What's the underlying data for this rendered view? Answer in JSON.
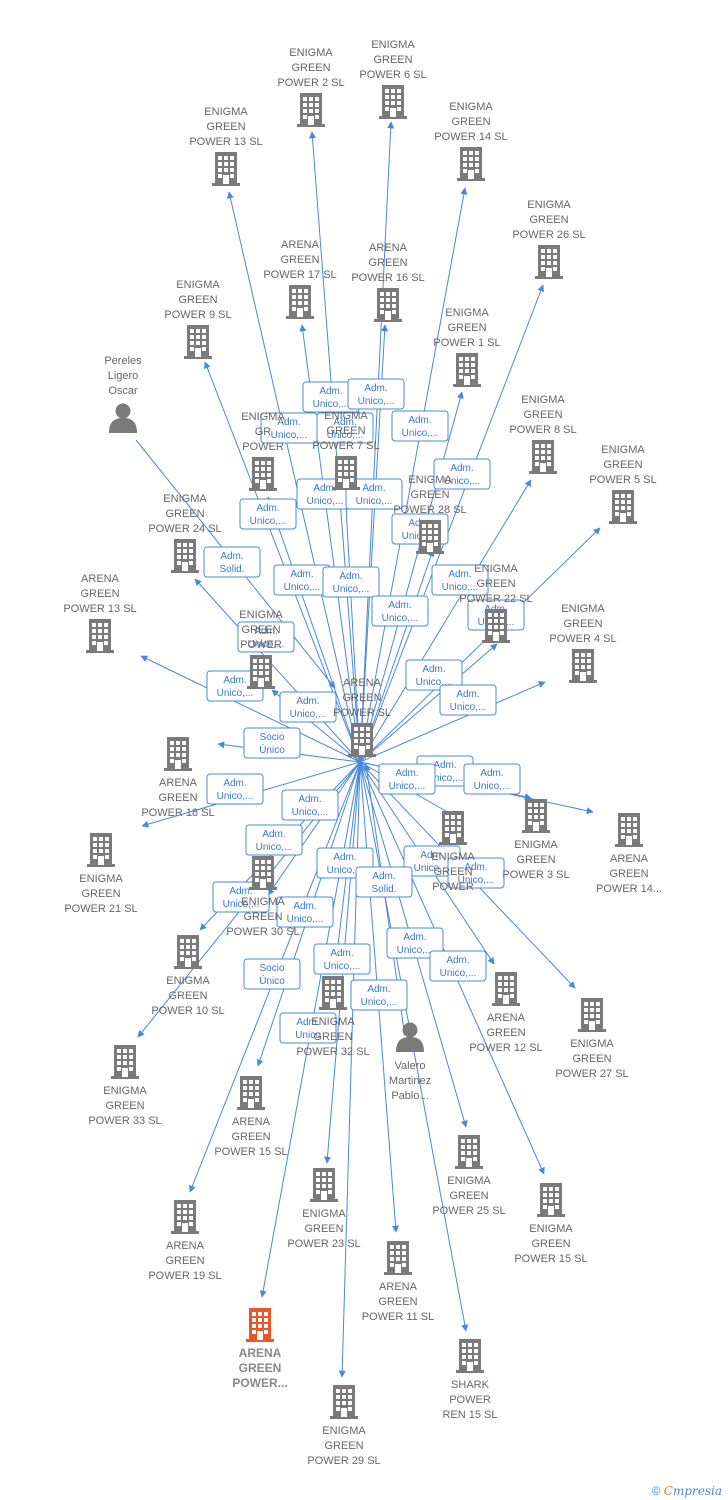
{
  "colors": {
    "edge": "#4a88d8",
    "node": "#7a7a7a",
    "highlight": "#e8562a"
  },
  "nodes": [
    {
      "id": "center",
      "type": "building",
      "lines": [
        "ARENA",
        "GREEN",
        "POWER  SL"
      ],
      "label_pos": "above"
    },
    {
      "id": "ar_hl",
      "type": "building",
      "highlight": true,
      "lines": [
        "ARENA",
        "GREEN",
        "POWER..."
      ],
      "label_pos": "below"
    },
    {
      "id": "pereles",
      "type": "person",
      "lines": [
        "Pereles",
        "Ligero",
        "Oscar"
      ],
      "label_pos": "above"
    },
    {
      "id": "eg2",
      "type": "building",
      "lines": [
        "ENIGMA",
        "GREEN",
        "POWER 2  SL"
      ],
      "label_pos": "above"
    },
    {
      "id": "eg6",
      "type": "building",
      "lines": [
        "ENIGMA",
        "GREEN",
        "POWER 6  SL"
      ],
      "label_pos": "above"
    },
    {
      "id": "eg13",
      "type": "building",
      "lines": [
        "ENIGMA",
        "GREEN",
        "POWER 13  SL"
      ],
      "label_pos": "above"
    },
    {
      "id": "eg14",
      "type": "building",
      "lines": [
        "ENIGMA",
        "GREEN",
        "POWER 14  SL"
      ],
      "label_pos": "above"
    },
    {
      "id": "eg26",
      "type": "building",
      "lines": [
        "ENIGMA",
        "GREEN",
        "POWER 26  SL"
      ],
      "label_pos": "above"
    },
    {
      "id": "ar17",
      "type": "building",
      "lines": [
        "ARENA",
        "GREEN",
        "POWER 17  SL"
      ],
      "label_pos": "above"
    },
    {
      "id": "ar16",
      "type": "building",
      "lines": [
        "ARENA",
        "GREEN",
        "POWER 16  SL"
      ],
      "label_pos": "above"
    },
    {
      "id": "eg9",
      "type": "building",
      "lines": [
        "ENIGMA",
        "GREEN",
        "POWER 9  SL"
      ],
      "label_pos": "above"
    },
    {
      "id": "eg1",
      "type": "building",
      "lines": [
        "ENIGMA",
        "GREEN",
        "POWER 1  SL"
      ],
      "label_pos": "above"
    },
    {
      "id": "eg8",
      "type": "building",
      "lines": [
        "ENIGMA",
        "GREEN",
        "POWER 8  SL"
      ],
      "label_pos": "above"
    },
    {
      "id": "eg5",
      "type": "building",
      "lines": [
        "ENIGMA",
        "GREEN",
        "POWER 5  SL"
      ],
      "label_pos": "above"
    },
    {
      "id": "eg7",
      "type": "building",
      "lines": [
        "ENIGMA",
        "GREEN",
        "POWER 7  SL"
      ],
      "label_pos": "above"
    },
    {
      "id": "eg_gr",
      "type": "building",
      "lines": [
        "ENIGMA",
        "GR",
        "POWER"
      ],
      "label_pos": "above"
    },
    {
      "id": "eg28",
      "type": "building",
      "lines": [
        "ENIGMA",
        "GREEN",
        "POWER 28  SL"
      ],
      "label_pos": "above"
    },
    {
      "id": "eg24",
      "type": "building",
      "lines": [
        "ENIGMA",
        "GREEN",
        "POWER 24  SL"
      ],
      "label_pos": "above"
    },
    {
      "id": "ar13",
      "type": "building",
      "lines": [
        "ARENA",
        "GREEN",
        "POWER 13  SL"
      ],
      "label_pos": "above"
    },
    {
      "id": "eg22",
      "type": "building",
      "lines": [
        "ENIGMA",
        "GREEN",
        "POWER 22  SL"
      ],
      "label_pos": "above"
    },
    {
      "id": "eg4",
      "type": "building",
      "lines": [
        "ENIGMA",
        "GREEN",
        "POWER 4  SL"
      ],
      "label_pos": "above"
    },
    {
      "id": "eg_pow",
      "type": "building",
      "lines": [
        "ENIGMA",
        "GREEN",
        "POWER"
      ],
      "label_pos": "above"
    },
    {
      "id": "ar18",
      "type": "building",
      "lines": [
        "ARENA",
        "GREEN",
        "POWER 18  SL"
      ],
      "label_pos": "below"
    },
    {
      "id": "eg3",
      "type": "building",
      "lines": [
        "ENIGMA",
        "GREEN",
        "POWER 3  SL"
      ],
      "label_pos": "below"
    },
    {
      "id": "ar14",
      "type": "building",
      "lines": [
        "ARENA",
        "GREEN",
        "POWER 14..."
      ],
      "label_pos": "below"
    },
    {
      "id": "eg21",
      "type": "building",
      "lines": [
        "ENIGMA",
        "GREEN",
        "POWER 21  SL"
      ],
      "label_pos": "below"
    },
    {
      "id": "eg30",
      "type": "building",
      "lines": [
        "ENIGMA",
        "GREEN",
        "POWER 30  SL"
      ],
      "label_pos": "below"
    },
    {
      "id": "eg_pow2",
      "type": "building",
      "lines": [
        "ENIGMA",
        "GREEN",
        "POWER"
      ],
      "label_pos": "below"
    },
    {
      "id": "eg10",
      "type": "building",
      "lines": [
        "ENIGMA",
        "GREEN",
        "POWER 10  SL"
      ],
      "label_pos": "below"
    },
    {
      "id": "ar12",
      "type": "building",
      "lines": [
        "ARENA",
        "GREEN",
        "POWER 12  SL"
      ],
      "label_pos": "below"
    },
    {
      "id": "eg27",
      "type": "building",
      "lines": [
        "ENIGMA",
        "GREEN",
        "POWER 27  SL"
      ],
      "label_pos": "below"
    },
    {
      "id": "eg32",
      "type": "building",
      "lines": [
        "ENIGMA",
        "GREEN",
        "POWER 32  SL"
      ],
      "label_pos": "below"
    },
    {
      "id": "valero",
      "type": "person",
      "lines": [
        "Valero",
        "Martinez",
        "Pablo..."
      ],
      "label_pos": "below"
    },
    {
      "id": "eg33",
      "type": "building",
      "lines": [
        "ENIGMA",
        "GREEN",
        "POWER 33  SL"
      ],
      "label_pos": "below"
    },
    {
      "id": "ar15",
      "type": "building",
      "lines": [
        "ARENA",
        "GREEN",
        "POWER 15  SL"
      ],
      "label_pos": "below"
    },
    {
      "id": "eg25",
      "type": "building",
      "lines": [
        "ENIGMA",
        "GREEN",
        "POWER 25  SL"
      ],
      "label_pos": "below"
    },
    {
      "id": "eg15",
      "type": "building",
      "lines": [
        "ENIGMA",
        "GREEN",
        "POWER 15  SL"
      ],
      "label_pos": "below"
    },
    {
      "id": "ar19",
      "type": "building",
      "lines": [
        "ARENA",
        "GREEN",
        "POWER 19  SL"
      ],
      "label_pos": "below"
    },
    {
      "id": "eg23",
      "type": "building",
      "lines": [
        "ENIGMA",
        "GREEN",
        "POWER 23  SL"
      ],
      "label_pos": "below"
    },
    {
      "id": "ar11",
      "type": "building",
      "lines": [
        "ARENA",
        "GREEN",
        "POWER 11  SL"
      ],
      "label_pos": "below"
    },
    {
      "id": "shark",
      "type": "building",
      "lines": [
        "SHARK",
        "POWER",
        "REN 15  SL"
      ],
      "label_pos": "below"
    },
    {
      "id": "eg29",
      "type": "building",
      "lines": [
        "ENIGMA",
        "GREEN",
        "POWER 29  SL"
      ],
      "label_pos": "below"
    }
  ],
  "edges": [
    {
      "from": "center",
      "to": "eg2"
    },
    {
      "from": "center",
      "to": "eg6"
    },
    {
      "from": "center",
      "to": "eg13"
    },
    {
      "from": "center",
      "to": "eg14"
    },
    {
      "from": "center",
      "to": "eg26"
    },
    {
      "from": "center",
      "to": "ar17"
    },
    {
      "from": "center",
      "to": "ar16"
    },
    {
      "from": "center",
      "to": "eg9"
    },
    {
      "from": "center",
      "to": "eg1"
    },
    {
      "from": "center",
      "to": "eg8"
    },
    {
      "from": "center",
      "to": "eg5"
    },
    {
      "from": "center",
      "to": "eg7"
    },
    {
      "from": "center",
      "to": "eg_gr"
    },
    {
      "from": "center",
      "to": "eg28"
    },
    {
      "from": "center",
      "to": "eg24"
    },
    {
      "from": "center",
      "to": "ar13"
    },
    {
      "from": "center",
      "to": "eg22"
    },
    {
      "from": "center",
      "to": "eg4"
    },
    {
      "from": "center",
      "to": "eg_pow"
    },
    {
      "from": "center",
      "to": "ar18"
    },
    {
      "from": "center",
      "to": "eg3"
    },
    {
      "from": "center",
      "to": "ar14"
    },
    {
      "from": "center",
      "to": "eg21"
    },
    {
      "from": "center",
      "to": "eg30"
    },
    {
      "from": "center",
      "to": "eg_pow2"
    },
    {
      "from": "center",
      "to": "eg10"
    },
    {
      "from": "center",
      "to": "ar12"
    },
    {
      "from": "center",
      "to": "eg27"
    },
    {
      "from": "center",
      "to": "eg32"
    },
    {
      "from": "center",
      "to": "eg33"
    },
    {
      "from": "center",
      "to": "ar15"
    },
    {
      "from": "center",
      "to": "eg25"
    },
    {
      "from": "center",
      "to": "eg15"
    },
    {
      "from": "center",
      "to": "ar19"
    },
    {
      "from": "center",
      "to": "eg23"
    },
    {
      "from": "center",
      "to": "ar11"
    },
    {
      "from": "center",
      "to": "shark"
    },
    {
      "from": "center",
      "to": "eg29"
    },
    {
      "from": "center",
      "to": "ar_hl"
    },
    {
      "from": "pereles",
      "to": "center"
    },
    {
      "from": "valero",
      "to": "center"
    },
    {
      "from": "center",
      "to": "ar18"
    }
  ],
  "edge_labels": [
    {
      "lines": [
        "Adm.",
        "Unico,..."
      ]
    },
    {
      "lines": [
        "Adm.",
        "Unico,..."
      ]
    },
    {
      "lines": [
        "Adm.",
        "Unico,..."
      ]
    },
    {
      "lines": [
        "Adm.",
        "Unico,..."
      ]
    },
    {
      "lines": [
        "Adm.",
        "Unico,..."
      ]
    },
    {
      "lines": [
        "Adm.",
        "Unico,..."
      ]
    },
    {
      "lines": [
        "Adm.",
        "Unico,..."
      ]
    },
    {
      "lines": [
        "Adm.",
        "Unico,..."
      ]
    },
    {
      "lines": [
        "Adm.",
        "Unico,..."
      ]
    },
    {
      "lines": [
        "Adm.",
        "Solid."
      ]
    },
    {
      "lines": [
        "Adm.",
        "Unico,..."
      ]
    },
    {
      "lines": [
        "Adm.",
        "Unico,..."
      ]
    },
    {
      "lines": [
        "Adm.",
        "Unico,..."
      ]
    },
    {
      "lines": [
        "Adm.",
        "Unico,..."
      ]
    },
    {
      "lines": [
        "Adm.",
        "Unico,..."
      ]
    },
    {
      "lines": [
        "Adm.",
        "Unico,..."
      ]
    },
    {
      "lines": [
        "Adm.",
        "Unico,..."
      ]
    },
    {
      "lines": [
        "Adm.",
        "Unico,..."
      ]
    },
    {
      "lines": [
        "Adm.",
        "Unico,..."
      ]
    },
    {
      "lines": [
        "Adm.",
        "Unico,..."
      ]
    },
    {
      "lines": [
        "Socio",
        "Único"
      ]
    },
    {
      "lines": [
        "Adm.",
        "Unico,..."
      ]
    },
    {
      "lines": [
        "Adm.",
        "Unico,..."
      ]
    },
    {
      "lines": [
        "Adm.",
        "Unico,..."
      ]
    },
    {
      "lines": [
        "Adm.",
        "Unico,..."
      ]
    },
    {
      "lines": [
        "Adm.",
        "Unico,..."
      ]
    },
    {
      "lines": [
        "Adm.",
        "Unico,..."
      ]
    },
    {
      "lines": [
        "Adm.",
        "Unico,..."
      ]
    },
    {
      "lines": [
        "Adm.",
        "Unico,..."
      ]
    },
    {
      "lines": [
        "Adm.",
        "Unico,..."
      ]
    },
    {
      "lines": [
        "Adm.",
        "Solid."
      ]
    },
    {
      "lines": [
        "Adm.",
        "Unico,..."
      ]
    },
    {
      "lines": [
        "Adm.",
        "Unico,..."
      ]
    },
    {
      "lines": [
        "Adm.",
        "Unico,..."
      ]
    },
    {
      "lines": [
        "Adm.",
        "Unico,..."
      ]
    },
    {
      "lines": [
        "Socio",
        "Único"
      ]
    },
    {
      "lines": [
        "Adm.",
        "Unico,..."
      ]
    },
    {
      "lines": [
        "Adm.",
        "Unico,..."
      ]
    },
    {
      "lines": [
        "Adm.",
        "Unico,..."
      ]
    },
    {
      "lines": [
        "Adm.",
        "Unico"
      ]
    }
  ],
  "footer": {
    "copyright": "©",
    "brand_first": "C",
    "brand_rest": "mpresia"
  }
}
